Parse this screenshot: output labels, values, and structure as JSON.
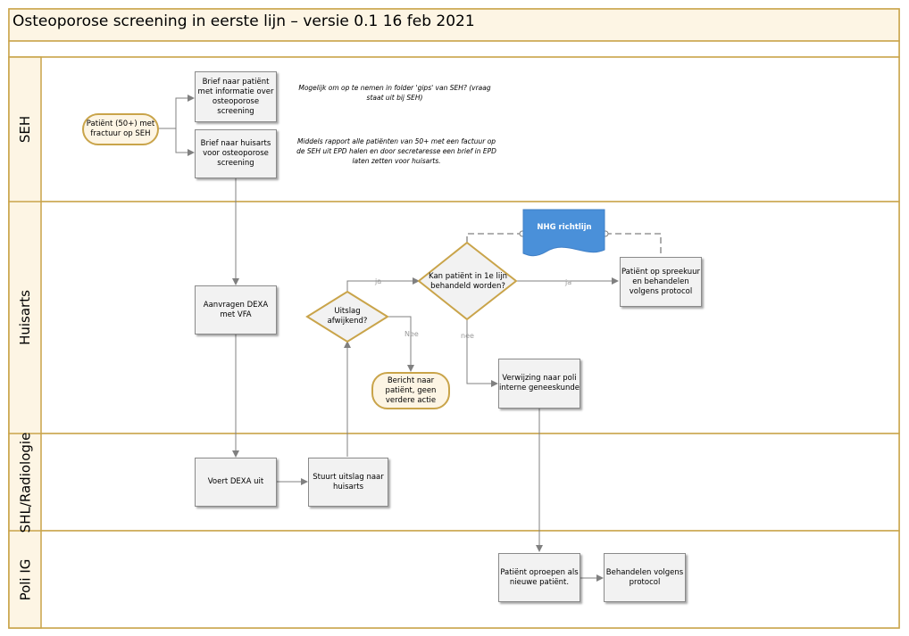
{
  "title": "Osteoporose screening in eerste lijn – versie 0.1 16 feb 2021",
  "lanes": {
    "seh": "SEH",
    "huisarts": "Huisarts",
    "radiologie": "SHL/Radiologie",
    "poli": "Poli IG"
  },
  "nodes": {
    "patient_seh": "Patiënt (50+) met fractuur op SEH",
    "brief_patient": "Brief naar patiënt met informatie over osteoporose screening",
    "brief_huisarts": "Brief naar huisarts voor osteoporose screening",
    "aanvragen_dexa": "Aanvragen DEXA met VFA",
    "voert_dexa": "Voert DEXA uit",
    "stuurt_uitslag": "Stuurt uitslag naar huisarts",
    "uitslag_afwijkend": "Uitslag afwijkend?",
    "bericht_patient": "Bericht naar patiënt, geen verdere actie",
    "kan_patient": "Kan patiënt in 1e lijn behandeld worden?",
    "nhg_richtlijn": "NHG richtlijn",
    "patient_spreekuur": "Patiënt op spreekuur en behandelen volgens protocol",
    "verwijzing_poli": "Verwijzing naar poli interne geneeskunde",
    "patient_oproepen": "Patiënt oproepen als nieuwe patiënt.",
    "behandelen_protocol": "Behandelen volgens protocol"
  },
  "notes": {
    "folder_note": "Mogelijk om op te nemen in folder 'gips' van SEH? (vraag staat uit bij SEH)",
    "rapport_note": "Middels rapport alle patiënten van 50+ met een factuur op de SEH uit EPD halen en door secretaresse een brief in EPD laten zetten voor huisarts."
  },
  "edge_labels": {
    "ja_1": "ja",
    "nee_1": "Nee",
    "ja_2": "ja",
    "nee_2": "nee"
  },
  "colors": {
    "border": "#c9a44a",
    "title_fill": "#fdf5e4",
    "document_fill": "#4a90d9"
  }
}
